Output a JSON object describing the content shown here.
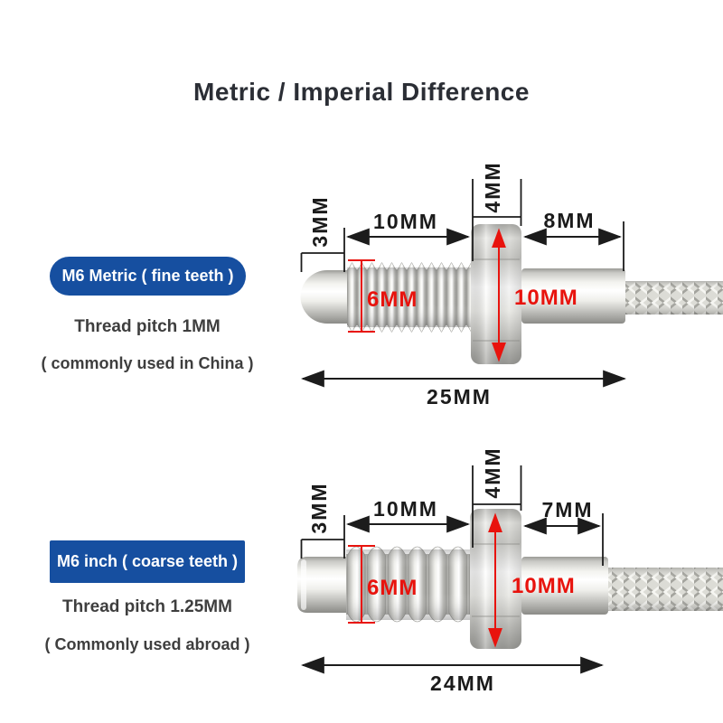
{
  "title": "Metric / Imperial Difference",
  "colors": {
    "badge_blue": "#164fa0",
    "dim_red": "#e8130d",
    "line_black": "#1c1c1c",
    "text_dark": "#3e3e3e"
  },
  "metric": {
    "badge": "M6 Metric ( fine teeth )",
    "pitch": "Thread pitch 1MM",
    "usage": "( commonly used in China )",
    "dims": {
      "tip_len": "3MM",
      "thread_len": "10MM",
      "nut_len": "4MM",
      "rear_len": "8MM",
      "thread_dia": "6MM",
      "nut_dia": "10MM",
      "total_len": "25MM"
    }
  },
  "imperial": {
    "badge": "M6 inch ( coarse teeth )",
    "pitch": "Thread pitch 1.25MM",
    "usage": "( Commonly used abroad )",
    "dims": {
      "tip_len": "3MM",
      "thread_len": "10MM",
      "nut_len": "4MM",
      "rear_len": "7MM",
      "thread_dia": "6MM",
      "nut_dia": "10MM",
      "total_len": "24MM"
    }
  }
}
